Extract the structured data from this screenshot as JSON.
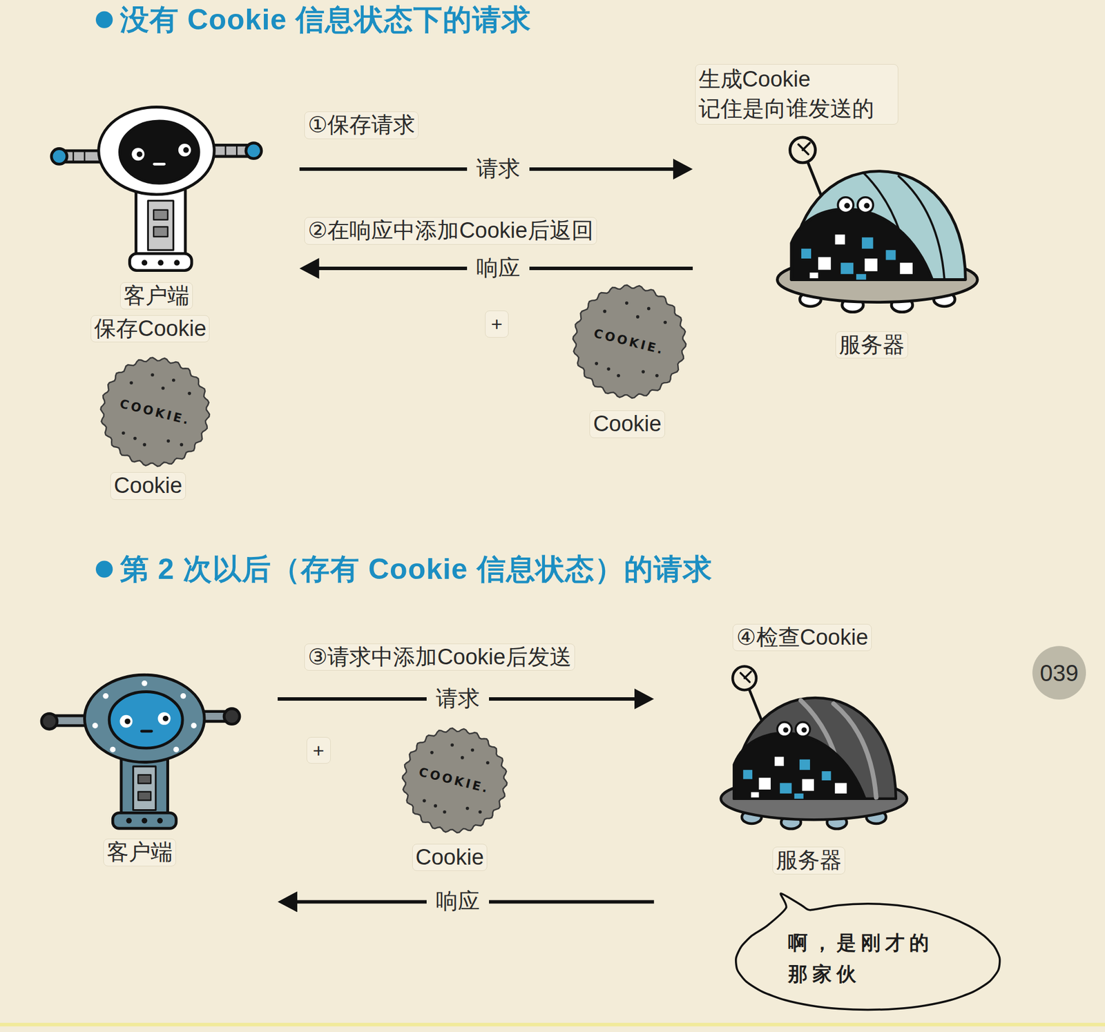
{
  "diagram": {
    "title": "没有 Cookie 信息状态下的请求",
    "nodes": [
      {
        "text": [
          "客户端",
          "保存Cookie"
        ]
      },
      {
        "text": [
          "COOKIE.",
          "Cookie"
        ]
      },
      {
        "text": [
          "COOKIE.",
          "Cookie"
        ]
      },
      {
        "text": [
          "生成Cookie 记住是向谁发送的",
          "服务器"
        ]
      },
      {
        "text": [
          "客户端"
        ]
      },
      {
        "text": [
          "COOKIE.",
          "Cookie"
        ]
      },
      {
        "text": [
          "④检查Cookie",
          "服务器"
        ]
      },
      {
        "text": [
          "啊，是刚才的 那家伙"
        ]
      }
    ],
    "edges": [
      {
        "from": 0,
        "to": 3,
        "arrow": "to",
        "label": "请求"
      },
      {
        "from": 3,
        "to": 0,
        "arrow": "to",
        "label": "响应"
      },
      {
        "from": 4,
        "to": 6,
        "arrow": "to",
        "label": "请求"
      },
      {
        "from": 6,
        "to": 4,
        "arrow": "to",
        "label": "响应"
      }
    ],
    "labels": [
      "①保存请求",
      "②在响应中添加Cookie后返回",
      "+",
      "第 2 次以后（存有 Cookie 信息状态）的请求",
      "③请求中添加Cookie后发送",
      "+",
      "039"
    ]
  }
}
